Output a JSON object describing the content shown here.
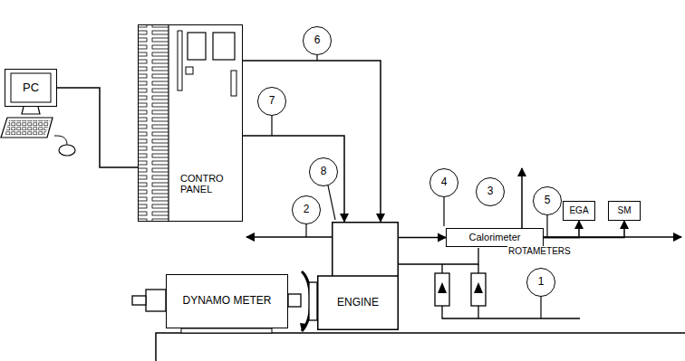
{
  "diagram": {
    "nodes": [
      {
        "text": [
          "PC"
        ]
      },
      {
        "text": [
          "CONTRO PANEL"
        ]
      },
      {
        "text": [
          "6"
        ]
      },
      {
        "text": [
          "7"
        ]
      },
      {
        "text": [
          "8"
        ]
      },
      {
        "text": [
          "2"
        ]
      },
      {
        "text": [
          "4"
        ]
      },
      {
        "text": [
          "3"
        ]
      },
      {
        "text": [
          "5"
        ]
      },
      {
        "text": [
          "EGA"
        ]
      },
      {
        "text": [
          "SM"
        ]
      },
      {
        "text": [
          "Calorimeter"
        ]
      },
      {
        "text": [
          "DYNAMO METER"
        ]
      },
      {
        "text": [
          "ENGINE"
        ]
      },
      {
        "text": [
          "1"
        ]
      }
    ],
    "edges": [
      {
        "from": 0,
        "to": 1,
        "arrow": "none"
      },
      {
        "from": 1,
        "to": 13,
        "arrow": "to"
      },
      {
        "from": 1,
        "to": 13,
        "arrow": "to"
      },
      {
        "from": 13,
        "to": 11,
        "arrow": "to"
      },
      {
        "from": 11,
        "to": 9,
        "arrow": "to"
      },
      {
        "from": 11,
        "to": 10,
        "arrow": "to"
      }
    ],
    "labels": [
      "ROTAMETERS"
    ]
  }
}
